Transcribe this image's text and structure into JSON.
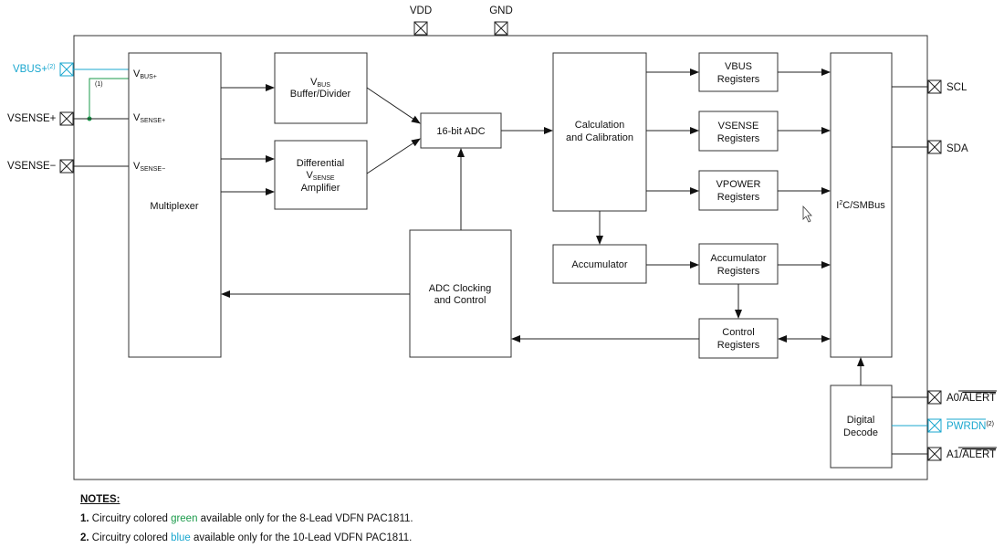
{
  "colors": {
    "green": "#1a9a4a",
    "blue": "#1aa7cf",
    "line": "#222222"
  },
  "pins": {
    "vdd": "VDD",
    "gnd": "GND",
    "vbus_plus": "VBUS+",
    "vbus_plus_note": "(2)",
    "vsense_plus": "VSENSE+",
    "vsense_minus": "VSENSE−",
    "scl": "SCL",
    "sda": "SDA",
    "a0_prefix": "A0/",
    "a0_alert": "ALERT",
    "pwrdn": "PWRDN",
    "pwrdn_note": "(2)",
    "a1_prefix": "A1/",
    "a1_alert": "ALERT"
  },
  "mux": {
    "label": "Multiplexer",
    "in1_main": "V",
    "in1_sub": "BUS+",
    "in2_main": "V",
    "in2_sub": "SENSE+",
    "in3_main": "V",
    "in3_sub": "SENSE−",
    "note1": "(1)"
  },
  "blocks": {
    "buffer": {
      "line1_main": "V",
      "line1_sub": "BUS",
      "line2": "Buffer/Divider"
    },
    "diff": {
      "line1": "Differential",
      "line2_main": "V",
      "line2_sub": "SENSE",
      "line3": "Amplifier"
    },
    "adc": "16-bit ADC",
    "adc_clock": [
      "ADC Clocking",
      "and Control"
    ],
    "calc": [
      "Calculation",
      "and Calibration"
    ],
    "accumulator": "Accumulator",
    "vbus_regs": [
      "VBUS",
      "Registers"
    ],
    "vsense_regs": [
      "VSENSE",
      "Registers"
    ],
    "vpower_regs": [
      "VPOWER",
      "Registers"
    ],
    "acc_regs": [
      "Accumulator",
      "Registers"
    ],
    "ctrl_regs": [
      "Control",
      "Registers"
    ],
    "i2c_prefix": "I",
    "i2c_sup": "2",
    "i2c_suffix": "C/SMBus",
    "decode": [
      "Digital",
      "Decode"
    ]
  },
  "notes": {
    "header": "NOTES:",
    "n1_num": "1.",
    "n1_pre": " Circuitry colored ",
    "n1_color": "green",
    "n1_post": " available only for the 8-Lead VDFN PAC1811.",
    "n2_num": "2.",
    "n2_pre": " Circuitry colored ",
    "n2_color": "blue",
    "n2_post": " available only for the 10-Lead VDFN PAC1811."
  }
}
